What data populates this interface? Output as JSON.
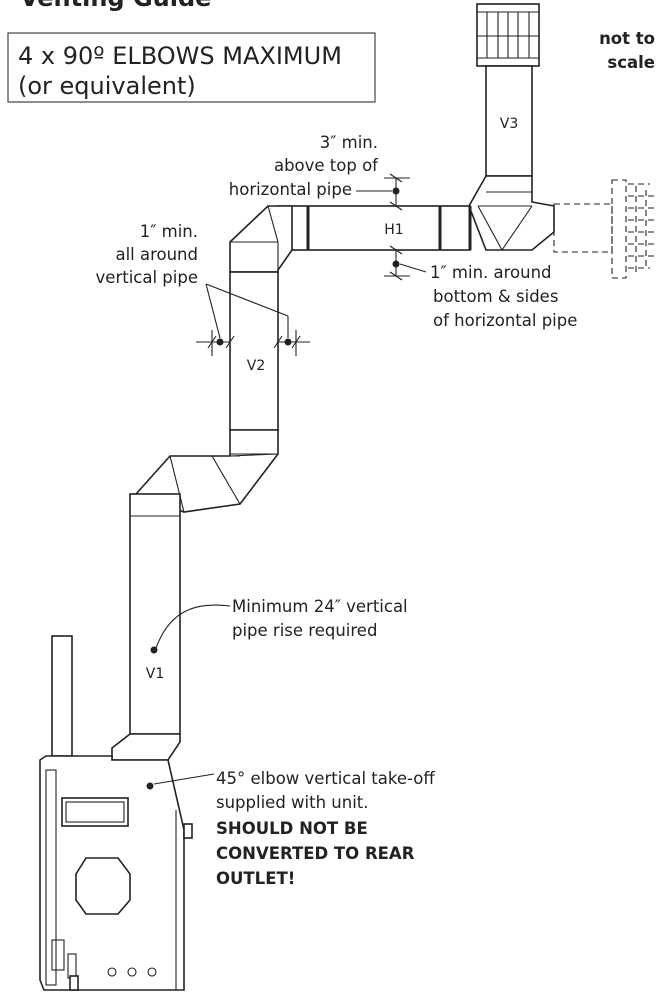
{
  "title_partial": "Venting Guide",
  "box_text": {
    "line1": "4 x 90º ELBOWS MAXIMUM",
    "line2": "(or equivalent)"
  },
  "scale_note": {
    "line1": "not to",
    "line2": "scale"
  },
  "pipe_labels": {
    "v1": "V1",
    "v2": "V2",
    "v3": "V3",
    "h1": "H1"
  },
  "notes": {
    "top_clearance": [
      "3″ min.",
      "above top of",
      "horizontal pipe"
    ],
    "vertical_clearance": [
      "1″ min.",
      "all around",
      "vertical pipe"
    ],
    "horizontal_clearance": [
      "1″ min. around",
      "bottom & sides",
      "of horizontal pipe"
    ],
    "rise": [
      "Minimum 24″ vertical",
      "pipe rise required"
    ],
    "elbow": [
      "45° elbow vertical take-off",
      "supplied with unit."
    ],
    "warning": [
      "SHOULD NOT BE",
      "CONVERTED TO REAR",
      "OUTLET!"
    ]
  },
  "colors": {
    "ink": "#222222",
    "background": "#ffffff"
  }
}
